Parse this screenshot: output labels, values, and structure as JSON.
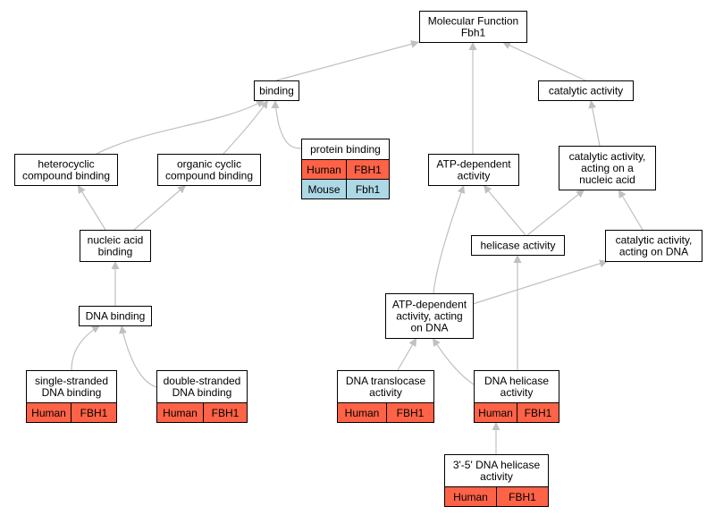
{
  "colors": {
    "human": "#ff6347",
    "mouse": "#add8e6",
    "edge": "#c0c0c0",
    "node_border": "#000000",
    "node_fill": "#ffffff"
  },
  "nodes": [
    {
      "id": "molecular-function",
      "lines": [
        "Molecular Function",
        "Fbh1"
      ],
      "rows": []
    },
    {
      "id": "binding",
      "lines": [
        "binding"
      ],
      "rows": []
    },
    {
      "id": "catalytic-activity",
      "lines": [
        "catalytic activity"
      ],
      "rows": []
    },
    {
      "id": "heterocyclic-compound-binding",
      "lines": [
        "heterocyclic",
        "compound binding"
      ],
      "rows": []
    },
    {
      "id": "organic-cyclic-compound-binding",
      "lines": [
        "organic cyclic",
        "compound binding"
      ],
      "rows": []
    },
    {
      "id": "protein-binding",
      "lines": [
        "protein binding"
      ],
      "rows": [
        {
          "species": "Human",
          "gene": "FBH1",
          "color": "human"
        },
        {
          "species": "Mouse",
          "gene": "Fbh1",
          "color": "mouse"
        }
      ]
    },
    {
      "id": "atp-dependent-activity",
      "lines": [
        "ATP-dependent",
        "activity"
      ],
      "rows": []
    },
    {
      "id": "catalytic-activity-on-nucleic-acid",
      "lines": [
        "catalytic activity,",
        "acting on a",
        "nucleic acid"
      ],
      "rows": []
    },
    {
      "id": "nucleic-acid-binding",
      "lines": [
        "nucleic acid",
        "binding"
      ],
      "rows": []
    },
    {
      "id": "helicase-activity",
      "lines": [
        "helicase activity"
      ],
      "rows": []
    },
    {
      "id": "catalytic-activity-on-dna",
      "lines": [
        "catalytic activity,",
        "acting on DNA"
      ],
      "rows": []
    },
    {
      "id": "dna-binding",
      "lines": [
        "DNA binding"
      ],
      "rows": []
    },
    {
      "id": "atp-dependent-activity-on-dna",
      "lines": [
        "ATP-dependent",
        "activity, acting",
        "on DNA"
      ],
      "rows": []
    },
    {
      "id": "single-stranded-dna-binding",
      "lines": [
        "single-stranded",
        "DNA binding"
      ],
      "rows": [
        {
          "species": "Human",
          "gene": "FBH1",
          "color": "human"
        }
      ]
    },
    {
      "id": "double-stranded-dna-binding",
      "lines": [
        "double-stranded",
        "DNA binding"
      ],
      "rows": [
        {
          "species": "Human",
          "gene": "FBH1",
          "color": "human"
        }
      ]
    },
    {
      "id": "dna-translocase-activity",
      "lines": [
        "DNA translocase",
        "activity"
      ],
      "rows": [
        {
          "species": "Human",
          "gene": "FBH1",
          "color": "human"
        }
      ]
    },
    {
      "id": "dna-helicase-activity",
      "lines": [
        "DNA helicase",
        "activity"
      ],
      "rows": [
        {
          "species": "Human",
          "gene": "FBH1",
          "color": "human"
        }
      ]
    },
    {
      "id": "three-five-dna-helicase-activity",
      "lines": [
        "3'-5' DNA helicase",
        "activity"
      ],
      "rows": [
        {
          "species": "Human",
          "gene": "FBH1",
          "color": "human"
        }
      ]
    }
  ],
  "edges": [
    {
      "from": "binding",
      "to": "molecular-function"
    },
    {
      "from": "catalytic-activity",
      "to": "molecular-function"
    },
    {
      "from": "atp-dependent-activity",
      "to": "molecular-function"
    },
    {
      "from": "heterocyclic-compound-binding",
      "to": "binding"
    },
    {
      "from": "organic-cyclic-compound-binding",
      "to": "binding"
    },
    {
      "from": "protein-binding",
      "to": "binding"
    },
    {
      "from": "catalytic-activity-on-nucleic-acid",
      "to": "catalytic-activity"
    },
    {
      "from": "nucleic-acid-binding",
      "to": "heterocyclic-compound-binding"
    },
    {
      "from": "nucleic-acid-binding",
      "to": "organic-cyclic-compound-binding"
    },
    {
      "from": "dna-binding",
      "to": "nucleic-acid-binding"
    },
    {
      "from": "single-stranded-dna-binding",
      "to": "dna-binding"
    },
    {
      "from": "double-stranded-dna-binding",
      "to": "dna-binding"
    },
    {
      "from": "helicase-activity",
      "to": "atp-dependent-activity"
    },
    {
      "from": "helicase-activity",
      "to": "catalytic-activity-on-nucleic-acid"
    },
    {
      "from": "catalytic-activity-on-dna",
      "to": "catalytic-activity-on-nucleic-acid"
    },
    {
      "from": "atp-dependent-activity-on-dna",
      "to": "atp-dependent-activity"
    },
    {
      "from": "atp-dependent-activity-on-dna",
      "to": "catalytic-activity-on-dna"
    },
    {
      "from": "dna-translocase-activity",
      "to": "atp-dependent-activity-on-dna"
    },
    {
      "from": "dna-helicase-activity",
      "to": "atp-dependent-activity-on-dna"
    },
    {
      "from": "dna-helicase-activity",
      "to": "helicase-activity"
    },
    {
      "from": "three-five-dna-helicase-activity",
      "to": "dna-helicase-activity"
    }
  ]
}
